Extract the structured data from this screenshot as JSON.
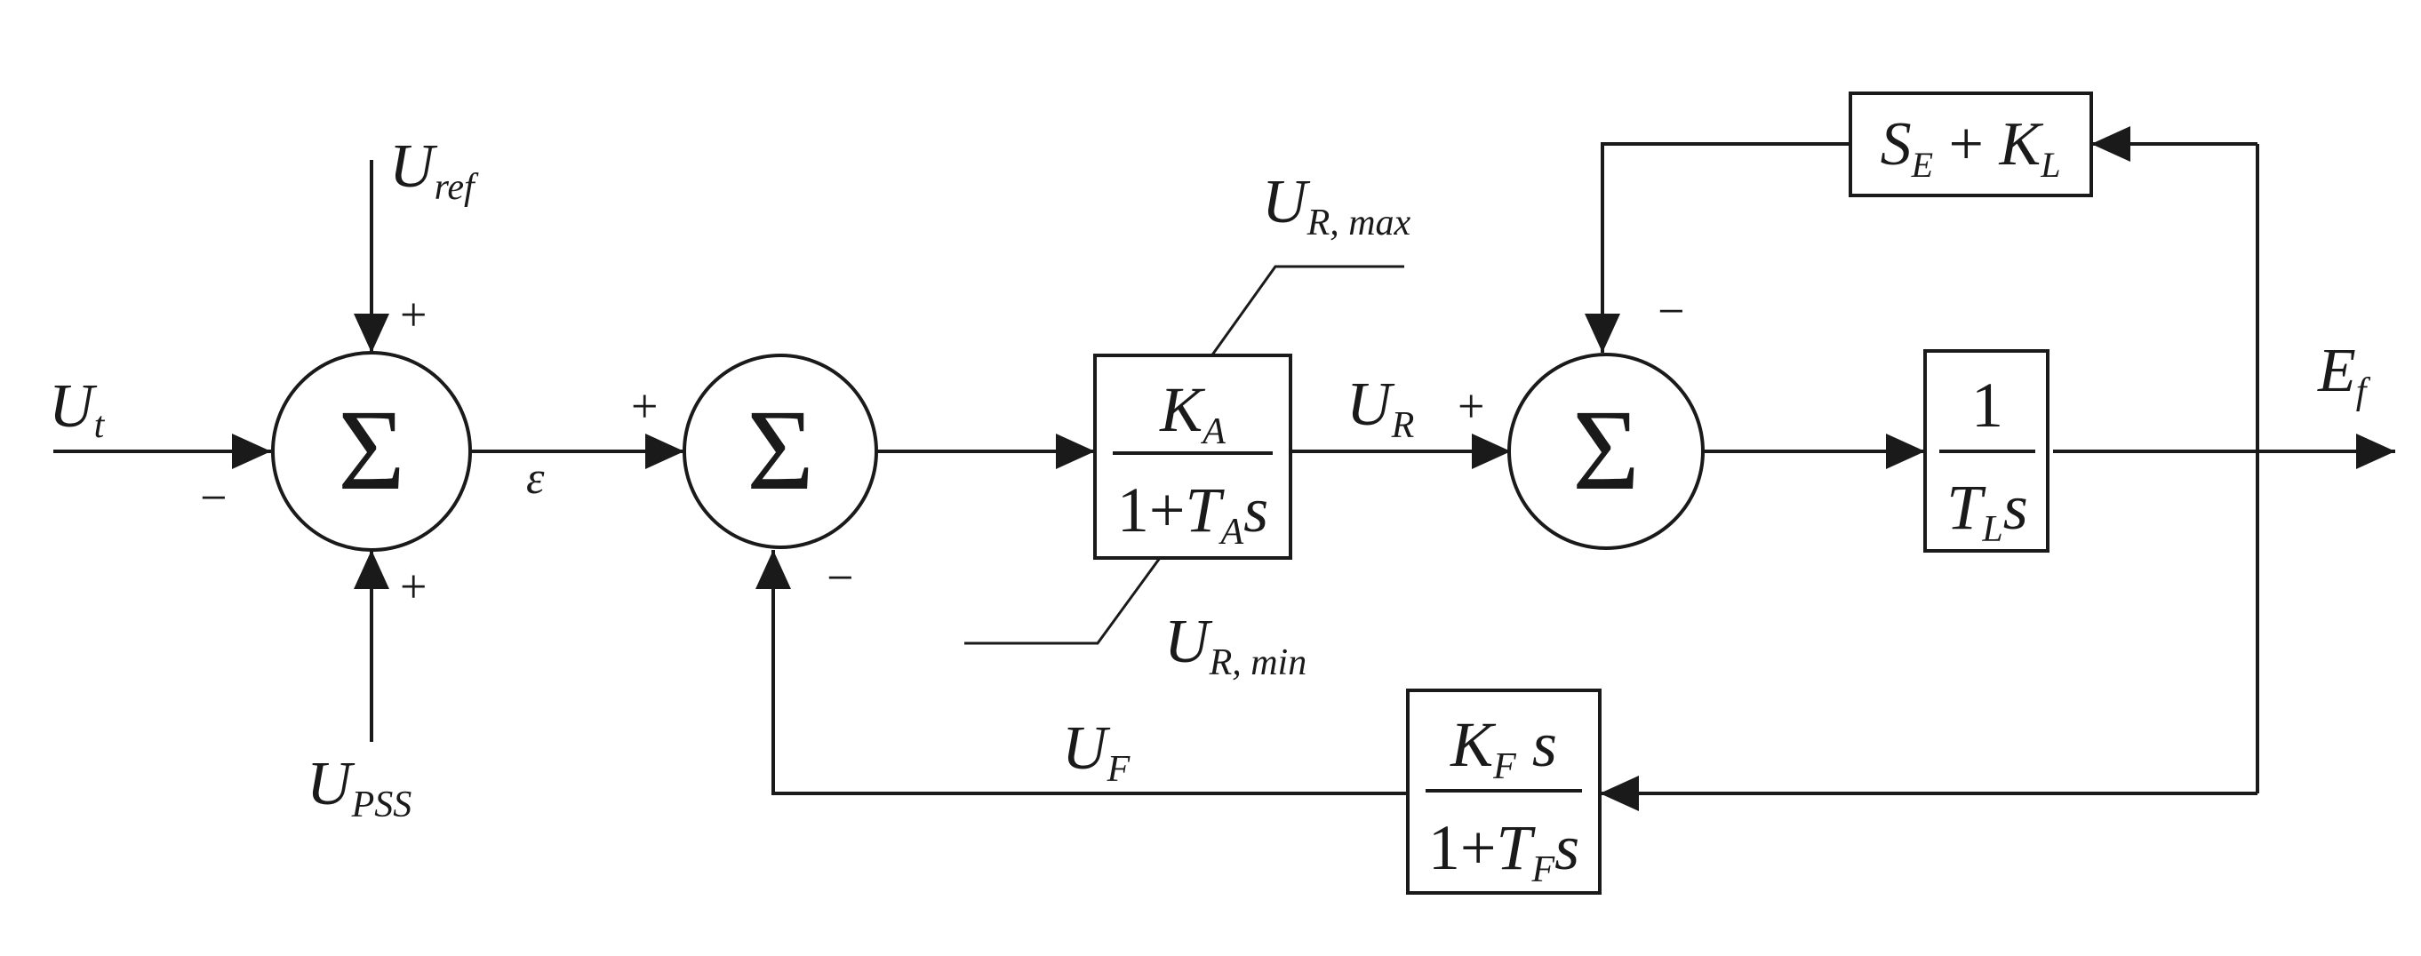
{
  "summing_junctions": [
    {
      "id": "sum1",
      "symbol": "Σ",
      "sign_top": "+",
      "sign_left": "−",
      "sign_bottom": "+"
    },
    {
      "id": "sum2",
      "symbol": "Σ",
      "sign_left": "+",
      "sign_bottom": "−"
    },
    {
      "id": "sum3",
      "symbol": "Σ",
      "sign_left": "+",
      "sign_top": "−"
    }
  ],
  "blocks": {
    "amplifier": {
      "num_main": "K",
      "num_sub": "A",
      "den_pre": "1+",
      "den_main": "T",
      "den_sub": "A",
      "den_post": "s"
    },
    "exciter": {
      "num": "1",
      "den_main": "T",
      "den_sub": "L",
      "den_post": "s"
    },
    "feedback": {
      "num_main": "K",
      "num_sub": "F",
      "num_post": " s",
      "den_pre": "1+",
      "den_main": "T",
      "den_sub": "F",
      "den_post": "s"
    },
    "saturation": {
      "a_main": "S",
      "a_sub": "E",
      "op": " + ",
      "b_main": "K",
      "b_sub": "L"
    }
  },
  "signals": {
    "ut": {
      "main": "U",
      "sub": "t"
    },
    "uref": {
      "main": "U",
      "sub": "ref"
    },
    "upss": {
      "main": "U",
      "sub": "PSS"
    },
    "epsilon": "ε",
    "ur": {
      "main": "U",
      "sub": "R"
    },
    "urmax": {
      "main": "U",
      "sub": "R, max"
    },
    "urmin": {
      "main": "U",
      "sub": "R, min"
    },
    "uf": {
      "main": "U",
      "sub": "F"
    },
    "ef": {
      "main": "E",
      "sub": "f"
    }
  }
}
